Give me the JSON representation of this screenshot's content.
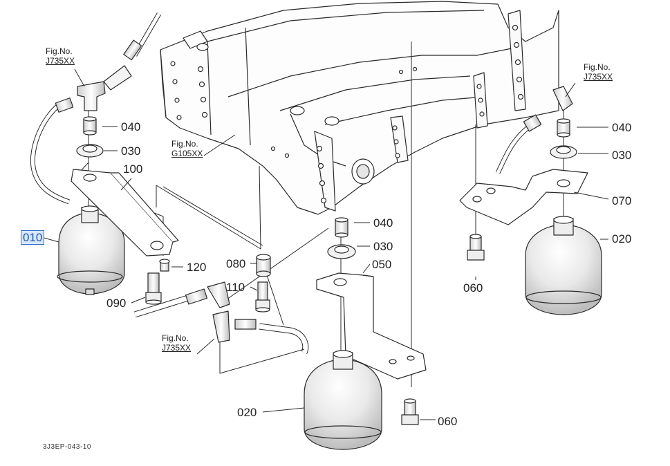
{
  "diagram": {
    "drawing_code": "3J3EP-043-10",
    "selected_part": "010"
  },
  "fig_refs": [
    {
      "prefix": "Fig.No.",
      "ref": "J735XX"
    },
    {
      "prefix": "Fig.No.",
      "ref": "G105XX"
    },
    {
      "prefix": "Fig.No.",
      "ref": "J735XX"
    },
    {
      "prefix": "Fig.No.",
      "ref": "J735XX"
    }
  ],
  "part_labels": [
    "010",
    "040",
    "030",
    "100",
    "120",
    "090",
    "080",
    "110",
    "040",
    "030",
    "050",
    "020",
    "060",
    "040",
    "030",
    "070",
    "020",
    "060"
  ],
  "colors": {
    "line": "#2a2a2a",
    "selected_bg": "#d6e6fb",
    "selected_border": "#2f6fc9"
  }
}
